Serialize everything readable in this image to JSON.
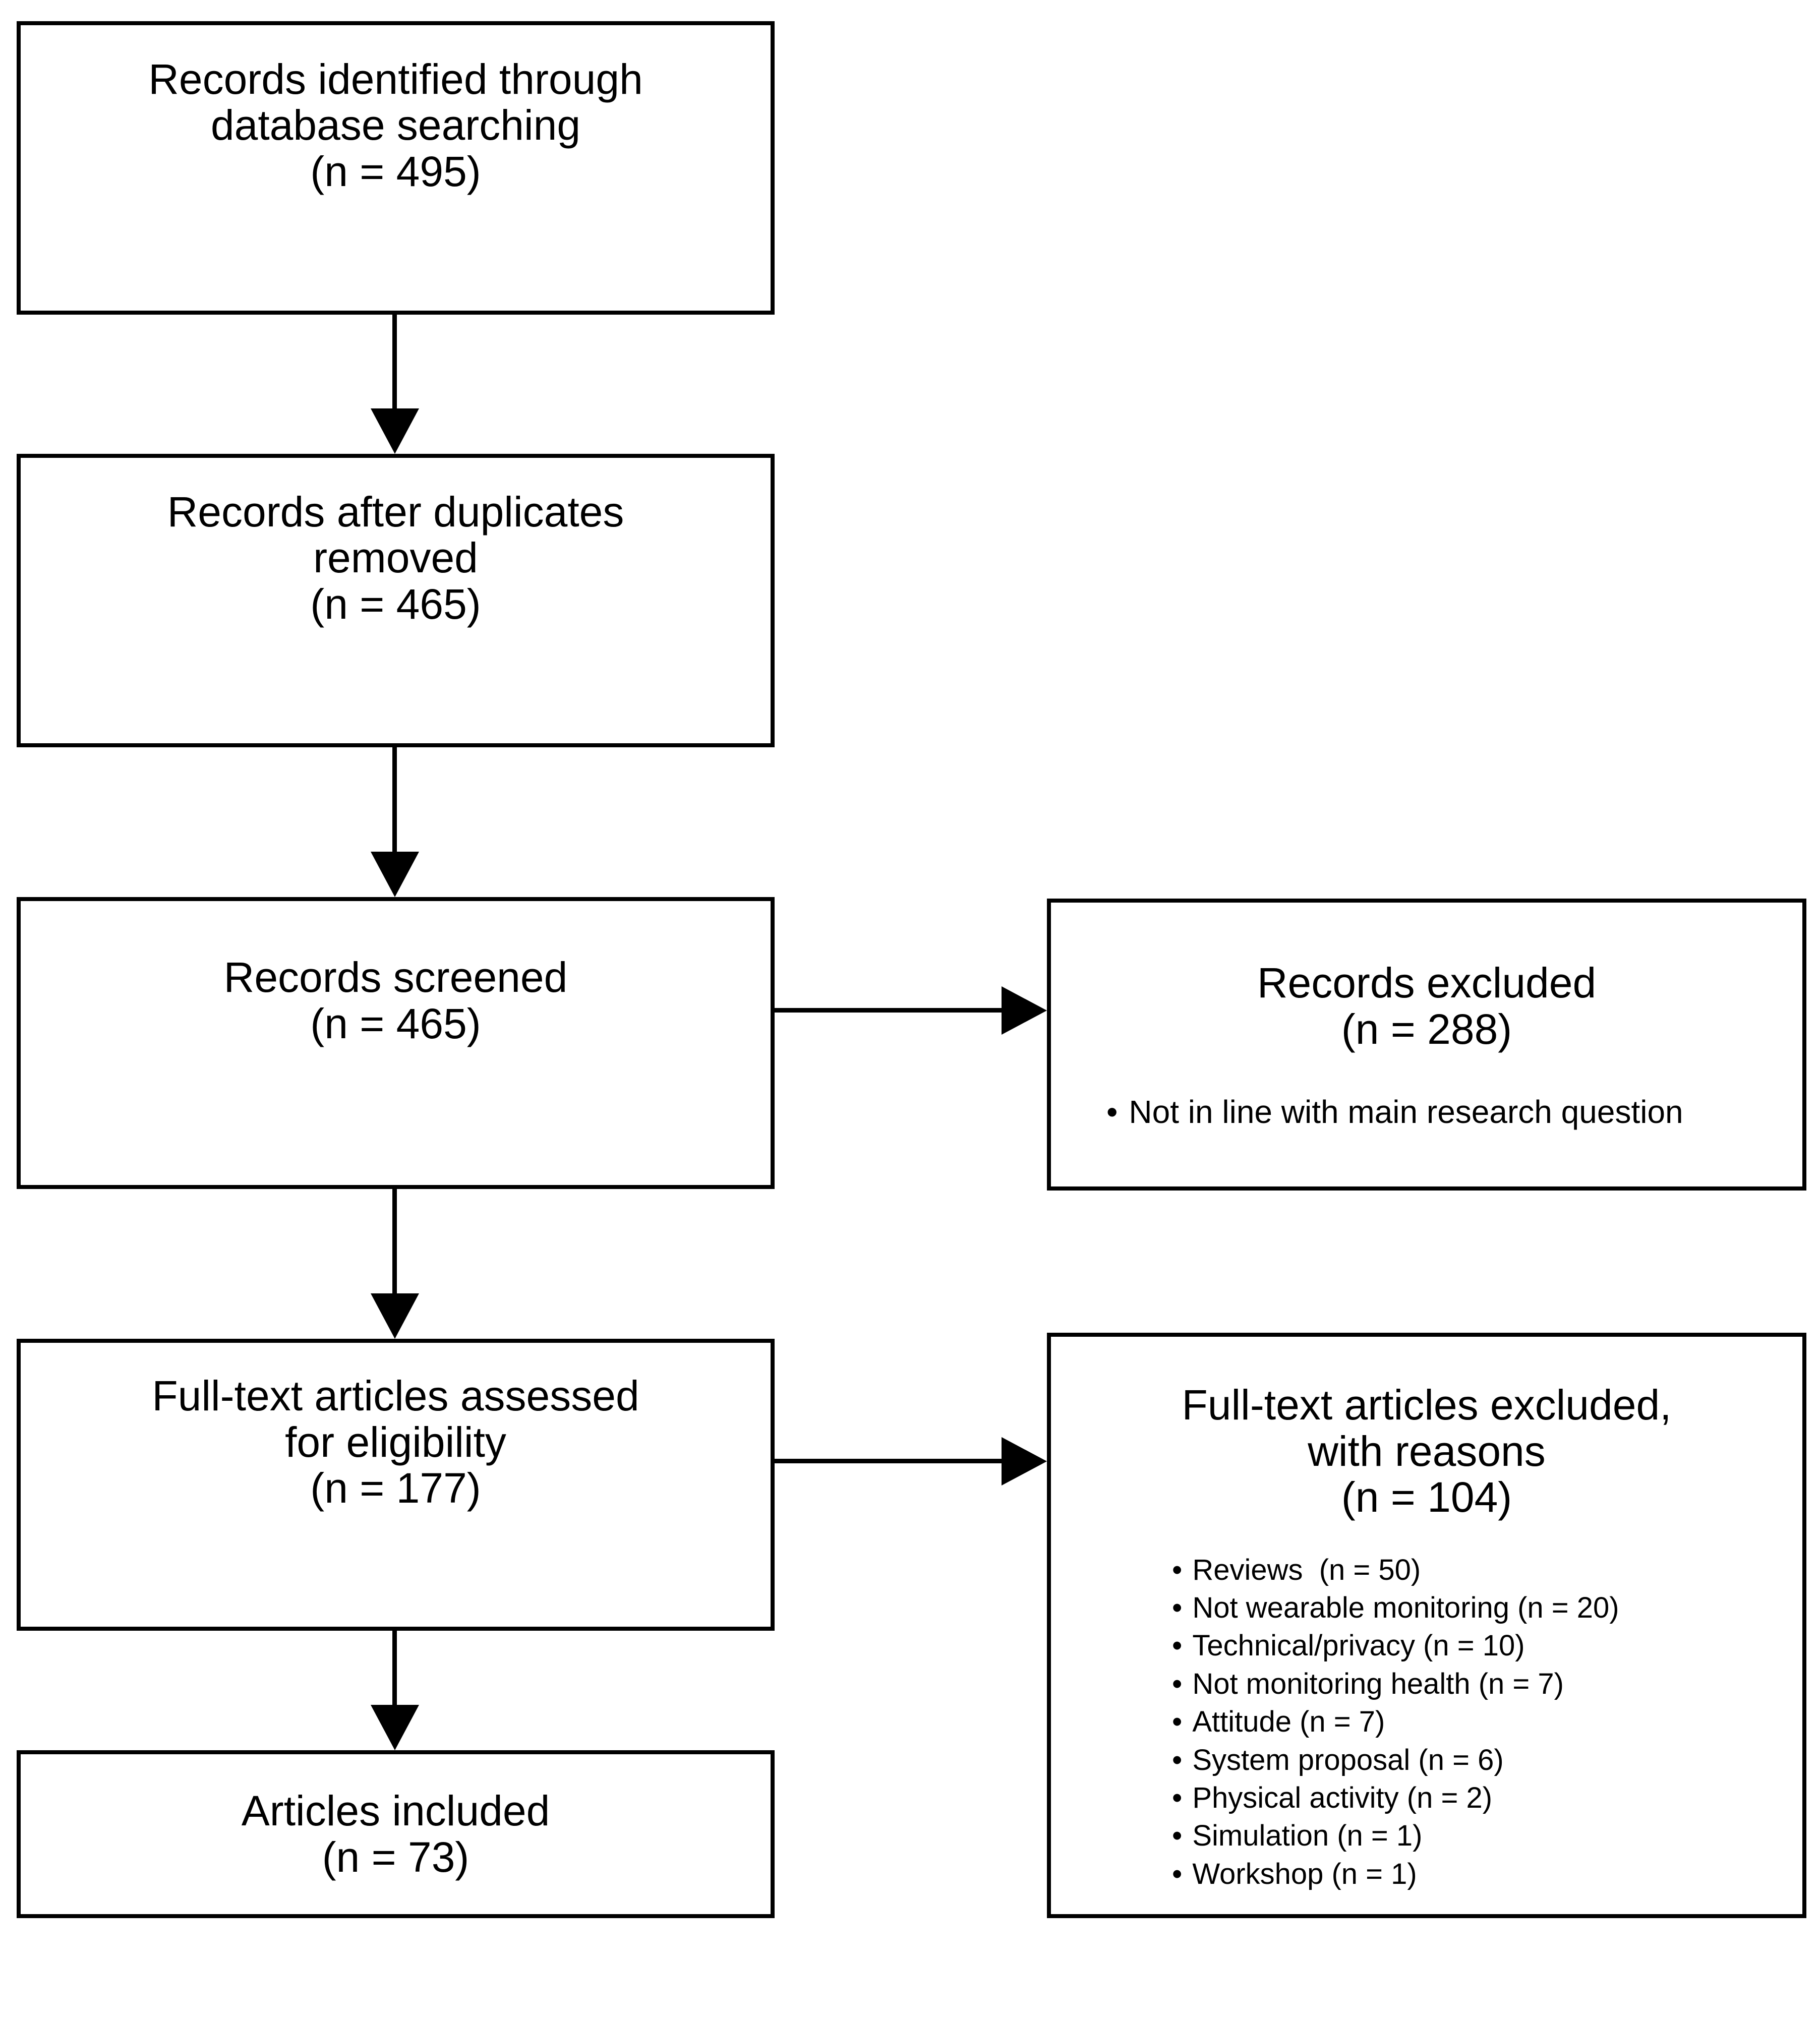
{
  "bullet_glyph": "•",
  "colors": {
    "line": "#000000",
    "text": "#000000",
    "background": "#ffffff"
  },
  "boxes": {
    "identified": {
      "lines": [
        "Records identified through",
        "database searching",
        "(n = 495)"
      ]
    },
    "deduplicated": {
      "lines": [
        "Records after duplicates",
        "removed",
        "(n = 465)"
      ]
    },
    "screened": {
      "lines": [
        "Records screened",
        "(n = 465)"
      ]
    },
    "fulltext_assessed": {
      "lines": [
        "Full-text articles assessed",
        "for eligibility",
        "(n = 177)"
      ]
    },
    "included": {
      "lines": [
        "Articles included",
        "(n = 73)"
      ]
    },
    "records_excluded": {
      "heading": [
        "Records excluded",
        "(n = 288)"
      ],
      "reasons": [
        "Not in line with main research question"
      ]
    },
    "fulltext_excluded": {
      "heading": [
        "Full-text articles excluded,",
        "with reasons",
        "(n = 104)"
      ],
      "reasons": [
        "Reviews  (n = 50)",
        "Not wearable monitoring (n = 20)",
        "Technical/privacy (n = 10)",
        "Not monitoring health (n = 7)",
        "Attitude (n = 7)",
        "System proposal (n = 6)",
        "Physical activity (n = 2)",
        "Simulation (n = 1)",
        "Workshop (n = 1)"
      ]
    }
  }
}
